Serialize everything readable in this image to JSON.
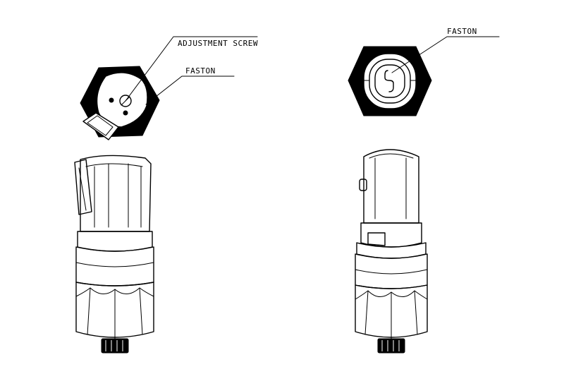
{
  "labels": {
    "adjustment_screw": "ADJUSTMENT SCREW",
    "faston_left": "FASTON",
    "faston_right": "FASTON"
  },
  "colors": {
    "ink": "#000000",
    "background": "#ffffff"
  }
}
